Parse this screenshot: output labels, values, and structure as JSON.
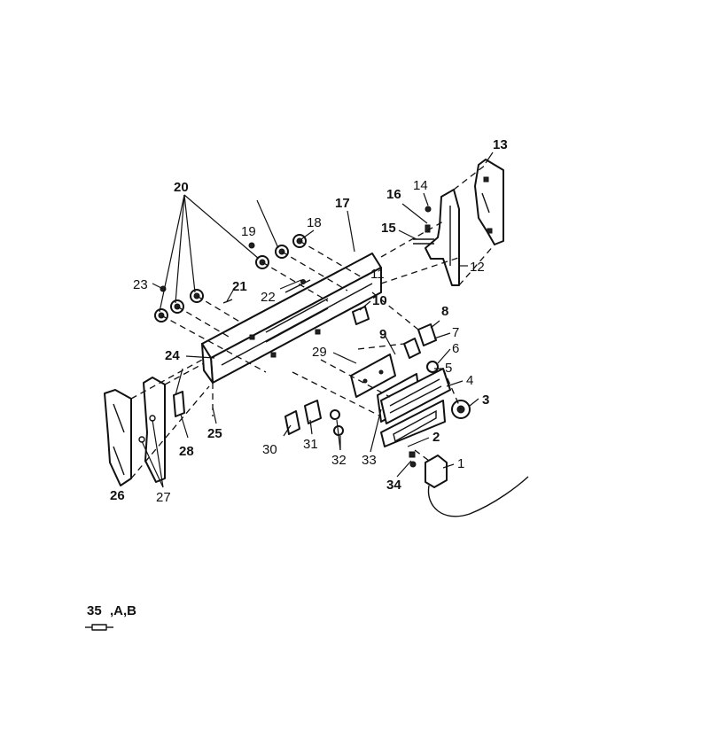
{
  "callouts": [
    {
      "id": "1",
      "bold": false
    },
    {
      "id": "2",
      "bold": true
    },
    {
      "id": "3",
      "bold": true
    },
    {
      "id": "4",
      "bold": false
    },
    {
      "id": "5",
      "bold": false
    },
    {
      "id": "6",
      "bold": false
    },
    {
      "id": "7",
      "bold": false
    },
    {
      "id": "8",
      "bold": true
    },
    {
      "id": "9",
      "bold": true
    },
    {
      "id": "10",
      "bold": true
    },
    {
      "id": "11",
      "bold": false
    },
    {
      "id": "12",
      "bold": false
    },
    {
      "id": "13",
      "bold": true
    },
    {
      "id": "14",
      "bold": false
    },
    {
      "id": "15",
      "bold": true
    },
    {
      "id": "16",
      "bold": true
    },
    {
      "id": "17",
      "bold": true
    },
    {
      "id": "18",
      "bold": false
    },
    {
      "id": "19",
      "bold": false
    },
    {
      "id": "20",
      "bold": true
    },
    {
      "id": "21",
      "bold": true
    },
    {
      "id": "22",
      "bold": false
    },
    {
      "id": "23",
      "bold": false
    },
    {
      "id": "24",
      "bold": true
    },
    {
      "id": "25",
      "bold": true
    },
    {
      "id": "26",
      "bold": true
    },
    {
      "id": "27",
      "bold": false
    },
    {
      "id": "28",
      "bold": true
    },
    {
      "id": "29",
      "bold": false
    },
    {
      "id": "30",
      "bold": false
    },
    {
      "id": "31",
      "bold": false
    },
    {
      "id": "32",
      "bold": false
    },
    {
      "id": "33",
      "bold": false
    },
    {
      "id": "34",
      "bold": true
    }
  ],
  "footnote": {
    "number": "35",
    "suffix": ",A,B"
  }
}
